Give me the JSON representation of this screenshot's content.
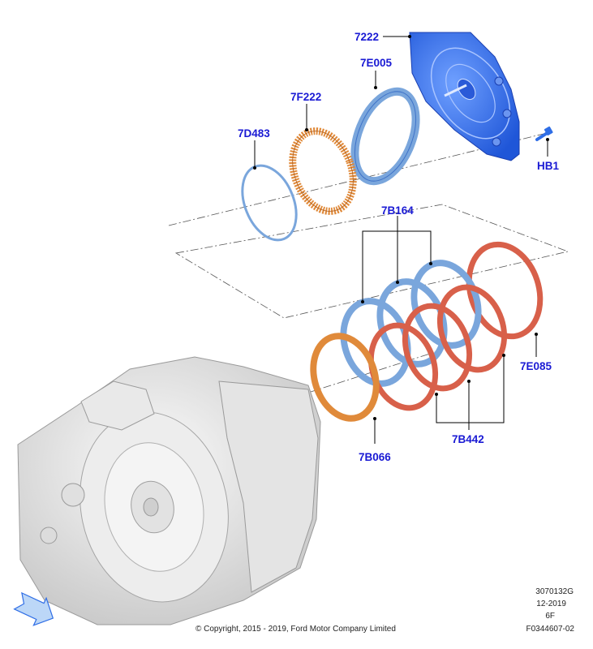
{
  "callouts": {
    "p7222": "7222",
    "p7E005": "7E005",
    "p7F222": "7F222",
    "p7D483": "7D483",
    "pHB1": "HB1",
    "p7B164": "7B164",
    "p7E085": "7E085",
    "p7B442": "7B442",
    "p7B066": "7B066"
  },
  "info": {
    "ref": "3070132G",
    "date": "12-2019",
    "code": "6F",
    "illustration": "F0344607-02"
  },
  "copyright": "© Copyright, 2015 - 2019, Ford Motor Company Limited",
  "colors": {
    "callout": "#1a1ad4",
    "blue_part": "#2f6ee6",
    "light_blue_part": "#7aa6dc",
    "orange_part": "#e08a3a",
    "red_part": "#d8604a",
    "housing": "#e8e8e8"
  }
}
